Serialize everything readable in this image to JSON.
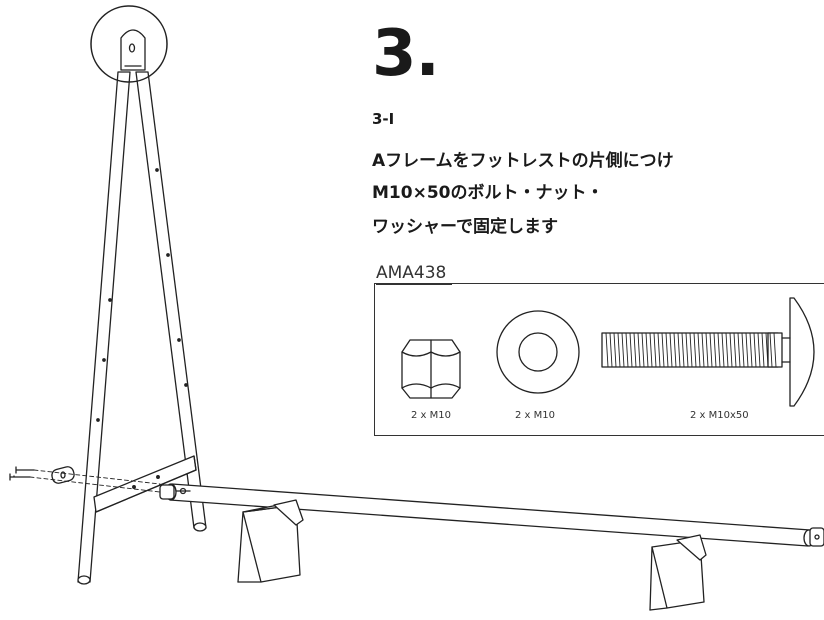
{
  "step": {
    "number": "3.",
    "sub_step": "3-I",
    "instruction_lines": [
      "Aフレームをフットレストの片側につけ",
      "M10×50のボルト・ナット・",
      "ワッシャーで固定します"
    ]
  },
  "parts": {
    "code": "AMA438",
    "items": [
      {
        "icon": "hex-nut-icon",
        "label": "2 x M10"
      },
      {
        "icon": "washer-icon",
        "label": "2 x M10"
      },
      {
        "icon": "carriage-bolt-icon",
        "label": "2 x M10x50"
      }
    ]
  }
}
